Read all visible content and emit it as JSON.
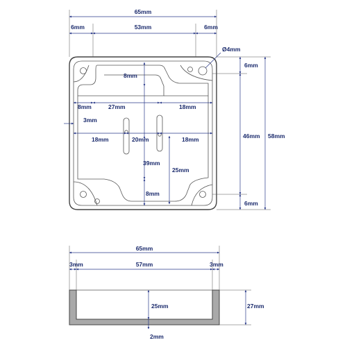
{
  "labels": {
    "top_width": "65mm",
    "top_left_margin": "6mm",
    "top_inner": "53mm",
    "top_right_margin": "6mm",
    "hole_dia": "Ø4mm",
    "right_top": "6mm",
    "right_mid": "46mm",
    "right_total": "58mm",
    "right_bottom": "6mm",
    "rib_top": "8mm",
    "left_8": "8mm",
    "mid_27": "27mm",
    "right_18": "18mm",
    "slot_3": "3mm",
    "left_18": "18mm",
    "center_20": "20mm",
    "right_18b": "18mm",
    "v_39": "39mm",
    "v_25": "25mm",
    "rib_bottom": "8mm",
    "side_width": "65mm",
    "side_left": "3mm",
    "side_inner": "57mm",
    "side_right": "3mm",
    "side_depth": "25mm",
    "side_height": "27mm",
    "side_floor": "2mm"
  }
}
